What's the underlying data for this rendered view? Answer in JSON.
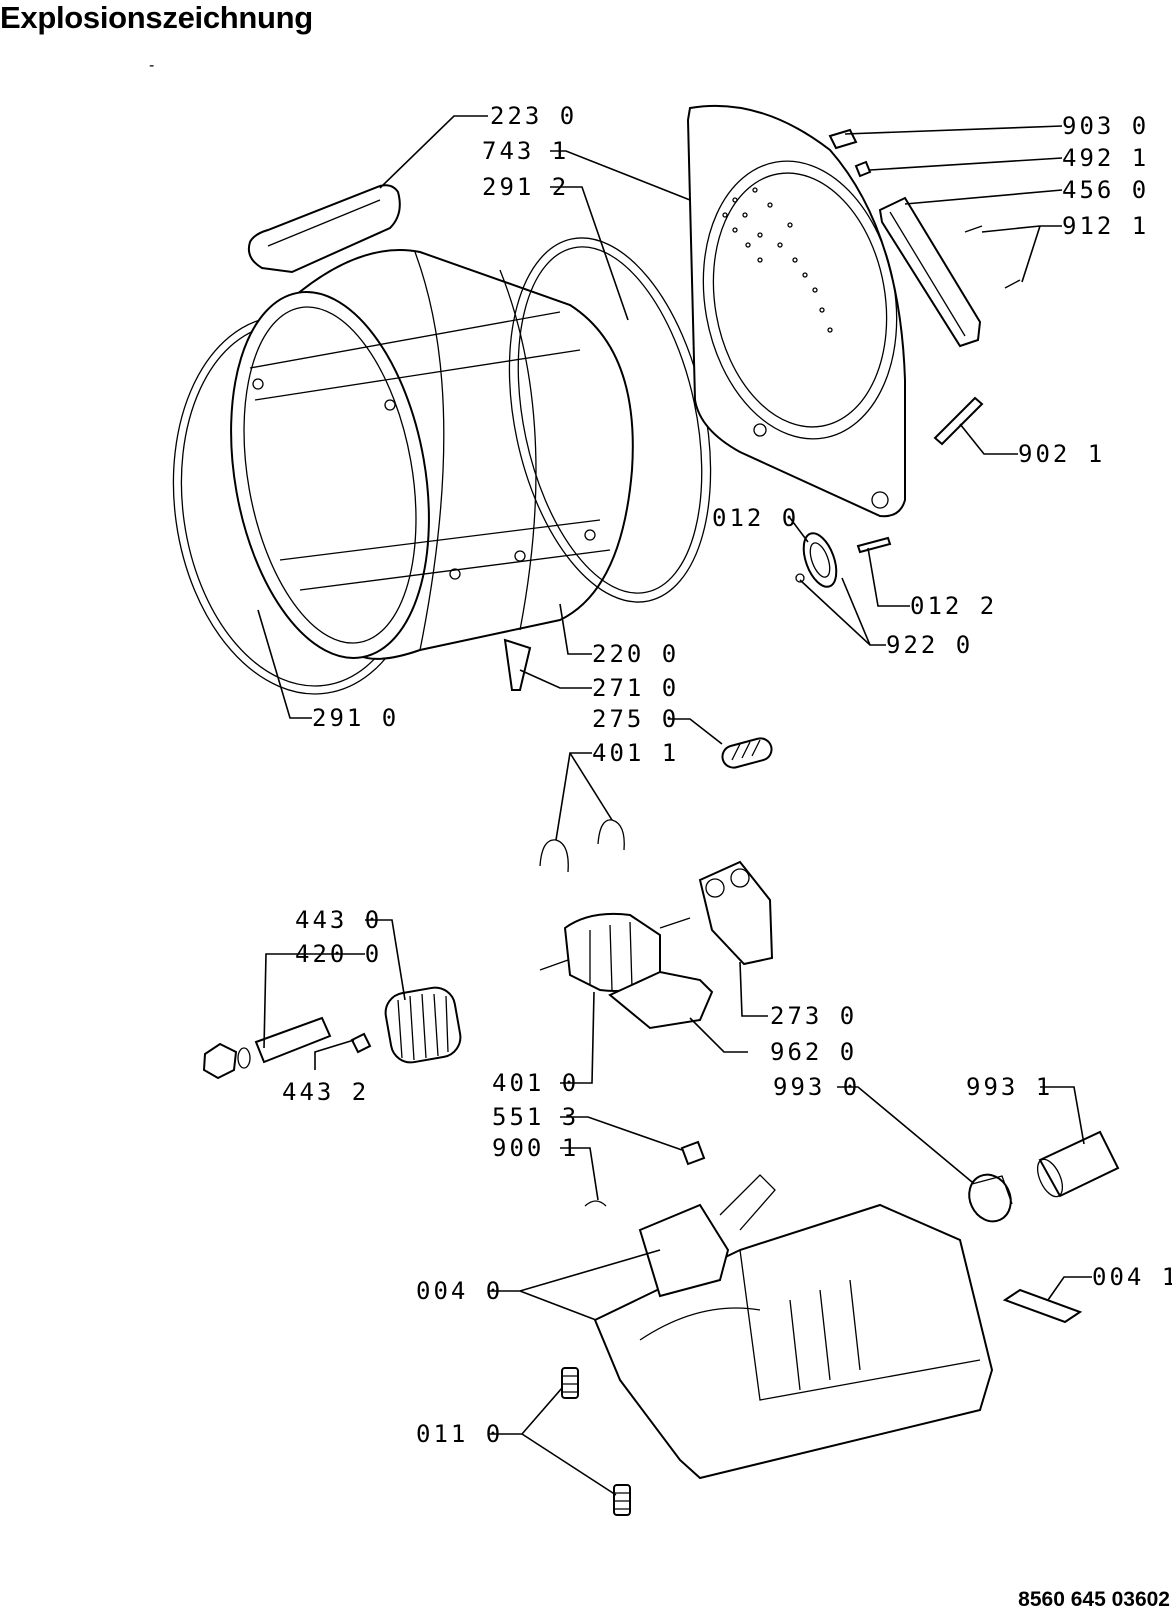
{
  "header": {
    "title": "Explosionszeichnung",
    "dash": "-"
  },
  "footer": {
    "document_number": "8560 645 03602"
  },
  "labels": {
    "l2230": "223 0",
    "l7431": "743 1",
    "l2912": "291 2",
    "l9030": "903 0",
    "l4921": "492 1",
    "l4560": "456 0",
    "l9121": "912 1",
    "l9021": "902 1",
    "l0120": "012 0",
    "l0122": "012 2",
    "l9220": "922 0",
    "l2200": "220 0",
    "l2710": "271 0",
    "l2910": "291 0",
    "l2750": "275 0",
    "l4011": "401 1",
    "l4430": "443 0",
    "l4200": "420 0",
    "l4432": "443 2",
    "l2730": "273 0",
    "l9620": "962 0",
    "l4010": "401 0",
    "l9930": "993 0",
    "l9931": "993 1",
    "l5513": "551 3",
    "l9001": "900 1",
    "l0040": "004 0",
    "l0041": "004 1",
    "l0110": "011 0"
  }
}
